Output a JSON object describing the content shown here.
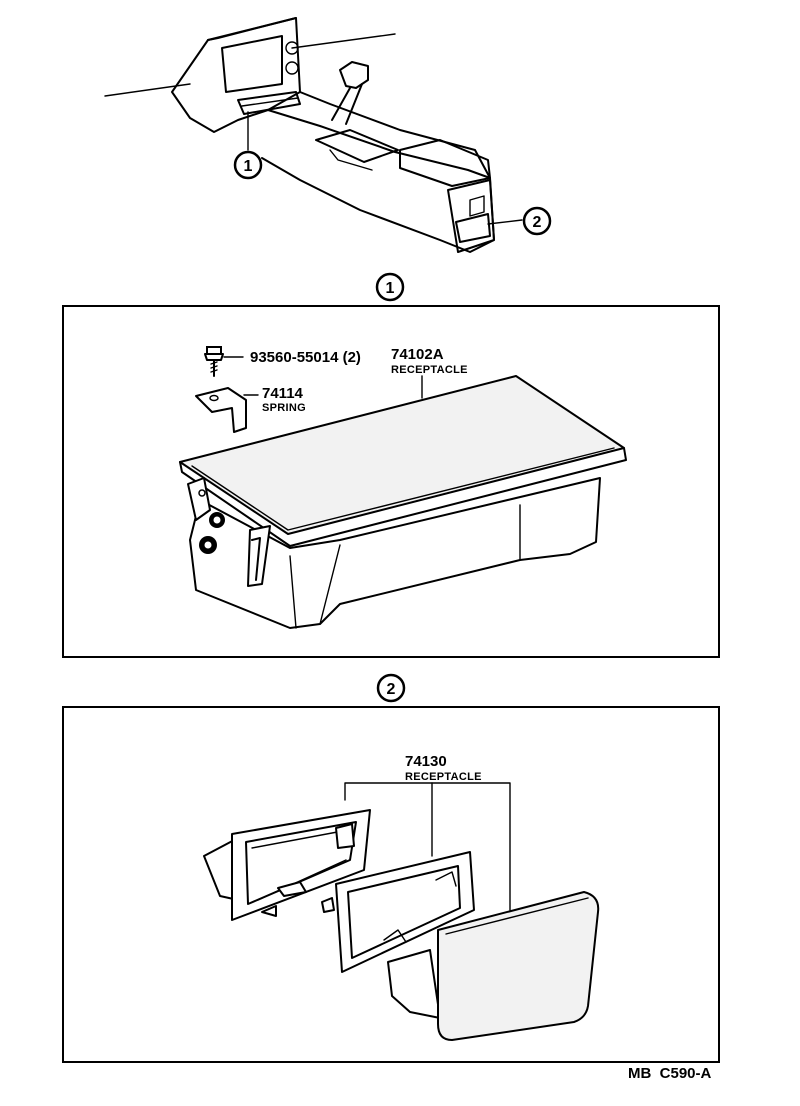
{
  "callouts": {
    "one": "1",
    "two": "2"
  },
  "panel1": {
    "bolt": {
      "part_no": "93560-55014 (2)"
    },
    "spring": {
      "part_no": "74114",
      "name": "SPRING"
    },
    "receptacle": {
      "part_no": "74102A",
      "name": "RECEPTACLE"
    }
  },
  "panel2": {
    "receptacle": {
      "part_no": "74130",
      "name": "RECEPTACLE"
    }
  },
  "footer": {
    "code": "MB  C590-A"
  }
}
